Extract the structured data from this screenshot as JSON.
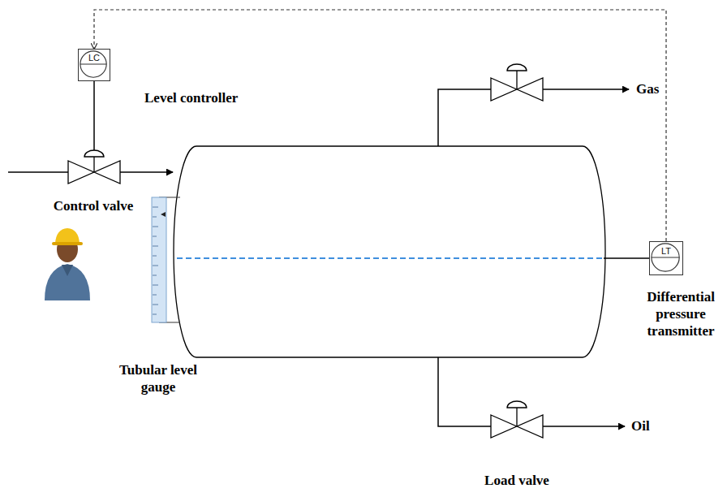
{
  "diagram": {
    "nodes": [
      {
        "text": [
          "LC",
          "Level controller"
        ]
      },
      {
        "text": [
          "LT",
          "Differential pressure transmitter"
        ]
      }
    ],
    "edges": [
      {
        "from": 1,
        "to": 0,
        "arrow": "to"
      }
    ],
    "labels": [
      "Control valve",
      "Tubular level gauge",
      "Gas",
      "Oil",
      "Load valve"
    ]
  }
}
